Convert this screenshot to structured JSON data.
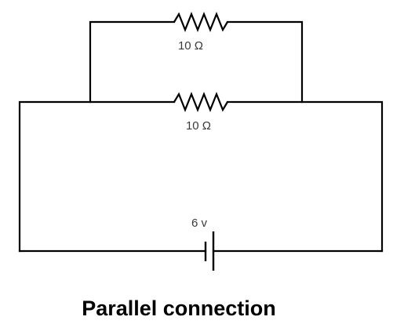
{
  "resistors": [
    {
      "label": "10 Ω"
    },
    {
      "label": "10 Ω"
    }
  ],
  "battery": {
    "label": "6 v"
  },
  "caption": "Parallel connection"
}
